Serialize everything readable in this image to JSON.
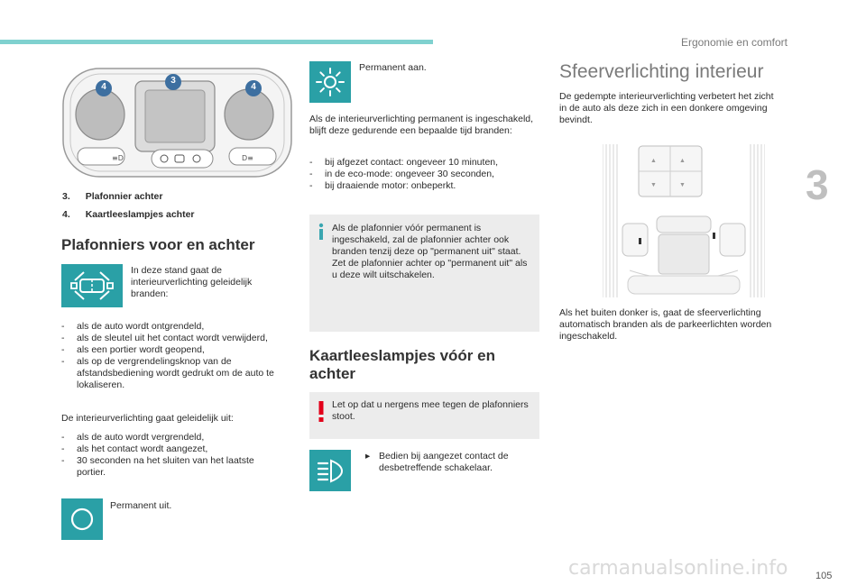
{
  "header": {
    "section_title": "Ergonomie en comfort",
    "chapter_number": "3",
    "page_number": "105",
    "watermark": "carmanualsonline.info"
  },
  "figure": {
    "callouts": [
      "4",
      "3",
      "4"
    ],
    "captions": [
      {
        "num": "3.",
        "text": "Plafonnier achter"
      },
      {
        "num": "4.",
        "text": "Kaartleeslampjes achter"
      }
    ]
  },
  "col1": {
    "heading": "Plafonniers voor en achter",
    "door_icon_text": "In deze stand gaat de interieurverlichting geleidelijk branden:",
    "list1": [
      "als de auto wordt ontgrendeld,",
      "als de sleutel uit het contact wordt verwijderd,",
      "als een portier wordt geopend,",
      "als op de vergrendelingsknop van de afstandsbediening wordt gedrukt om de auto te lokaliseren."
    ],
    "para": "De interieurverlichting gaat geleidelijk uit:",
    "list2": [
      "als de auto wordt vergrendeld,",
      "als het contact wordt aangezet,",
      "30 seconden na het sluiten van het laatste portier."
    ],
    "off_label": "Permanent uit."
  },
  "col2": {
    "on_label": "Permanent aan.",
    "para": "Als de interieurverlichting permanent is ingeschakeld, blijft deze gedurende een bepaalde tijd branden:",
    "list": [
      "bij afgezet contact: ongeveer 10 minuten,",
      "in de eco-mode: ongeveer 30 seconden,",
      "bij draaiende motor: onbeperkt."
    ],
    "info_note": "Als de plafonnier vóór permanent is ingeschakeld, zal de plafonnier achter ook branden tenzij deze op \"permanent uit\" staat. Zet de plafonnier achter op \"permanent uit\" als u deze wilt uitschakelen.",
    "heading_line1": "Kaartleeslampjes vóór en",
    "heading_line2": "achter",
    "warning_note": "Let op dat u nergens mee tegen de plafonniers stoot.",
    "switch_text": "Bedien bij aangezet contact de desbetreffende schakelaar."
  },
  "col3": {
    "heading": "Sfeerverlichting interieur",
    "para1": "De gedempte interieurverlichting verbetert het zicht in de auto als deze zich in een donkere omgeving bevindt.",
    "para2": "Als het buiten donker is, gaat de sfeerverlichting automatisch branden als de parkeerlichten worden ingeschakeld."
  },
  "colors": {
    "accent_teal": "#2aa0a6",
    "top_bar": "#7fd1cf",
    "callout_blue": "#3d6fa0",
    "note_grey": "#ececec",
    "warning_red": "#e2001a"
  }
}
